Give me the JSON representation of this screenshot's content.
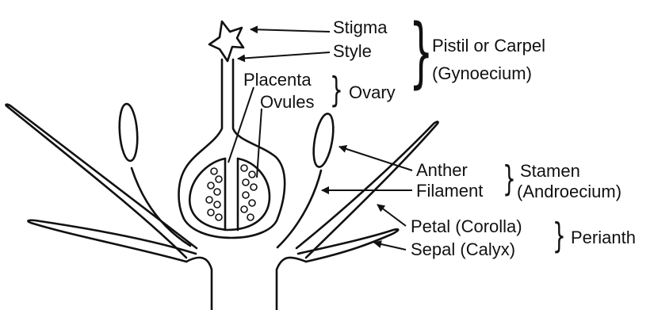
{
  "labels": {
    "stigma": "Stigma",
    "style": "Style",
    "pistil": "Pistil or Carpel",
    "gynoecium": "(Gynoecium)",
    "placenta": "Placenta",
    "ovules": "Ovules",
    "ovary": "Ovary",
    "anther": "Anther",
    "filament": "Filament",
    "stamen": "Stamen",
    "androecium": "(Androecium)",
    "petal": "Petal (Corolla)",
    "sepal": "Sepal (Calyx)",
    "perianth": "Perianth"
  },
  "braces": {
    "pistil": "}",
    "ovary": "}",
    "stamen": "}",
    "perianth": "}"
  },
  "colors": {
    "ink": "#111111",
    "background": "#ffffff"
  }
}
